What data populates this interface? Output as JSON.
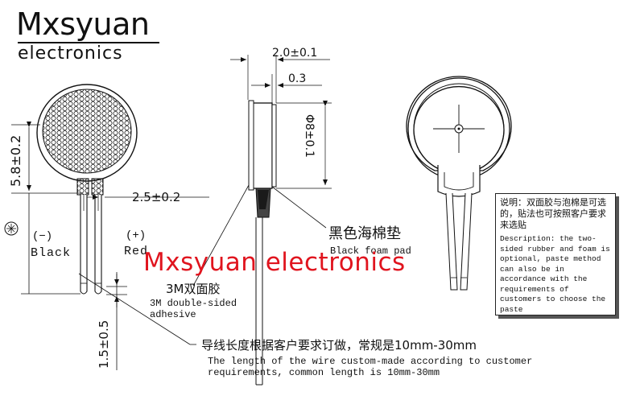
{
  "brand": {
    "name": "Mxsyuan",
    "sub": "electronics"
  },
  "watermark": "Mxsyuan electronics",
  "dims": {
    "thickness": "2.0±0.1",
    "pad": "0.3",
    "diameter": "Φ8±0.1",
    "height": "5.8±0.2",
    "wire_spacing": "2.5±0.2",
    "strip_len": "1.5±0.5"
  },
  "wires": {
    "negative_sign": "(−)",
    "negative_color": "Black",
    "positive_sign": "(+)",
    "positive_color": "Red"
  },
  "labels": {
    "foam_cn": "黑色海棉垫",
    "foam_en": "Black foam pad",
    "tape_cn": "3M双面胶",
    "tape_en": "3M double-sided adhesive",
    "wire_len_cn": "导线长度根据客户要求订做，常规是10mm-30mm",
    "wire_len_en_1": "The length of the wire custom-made according to customer",
    "wire_len_en_2": "requirements, common length is 10mm-30mm"
  },
  "note": {
    "cn": "说明：双面胶与泡棉是可选的，贴法也可按照客户要求来选贴",
    "en": "Description: the two-sided rubber and foam is optional, paste method can also be in accordance with the requirements of customers to choose the paste"
  },
  "colors": {
    "line": "#111111",
    "watermark": "#e0141e"
  }
}
